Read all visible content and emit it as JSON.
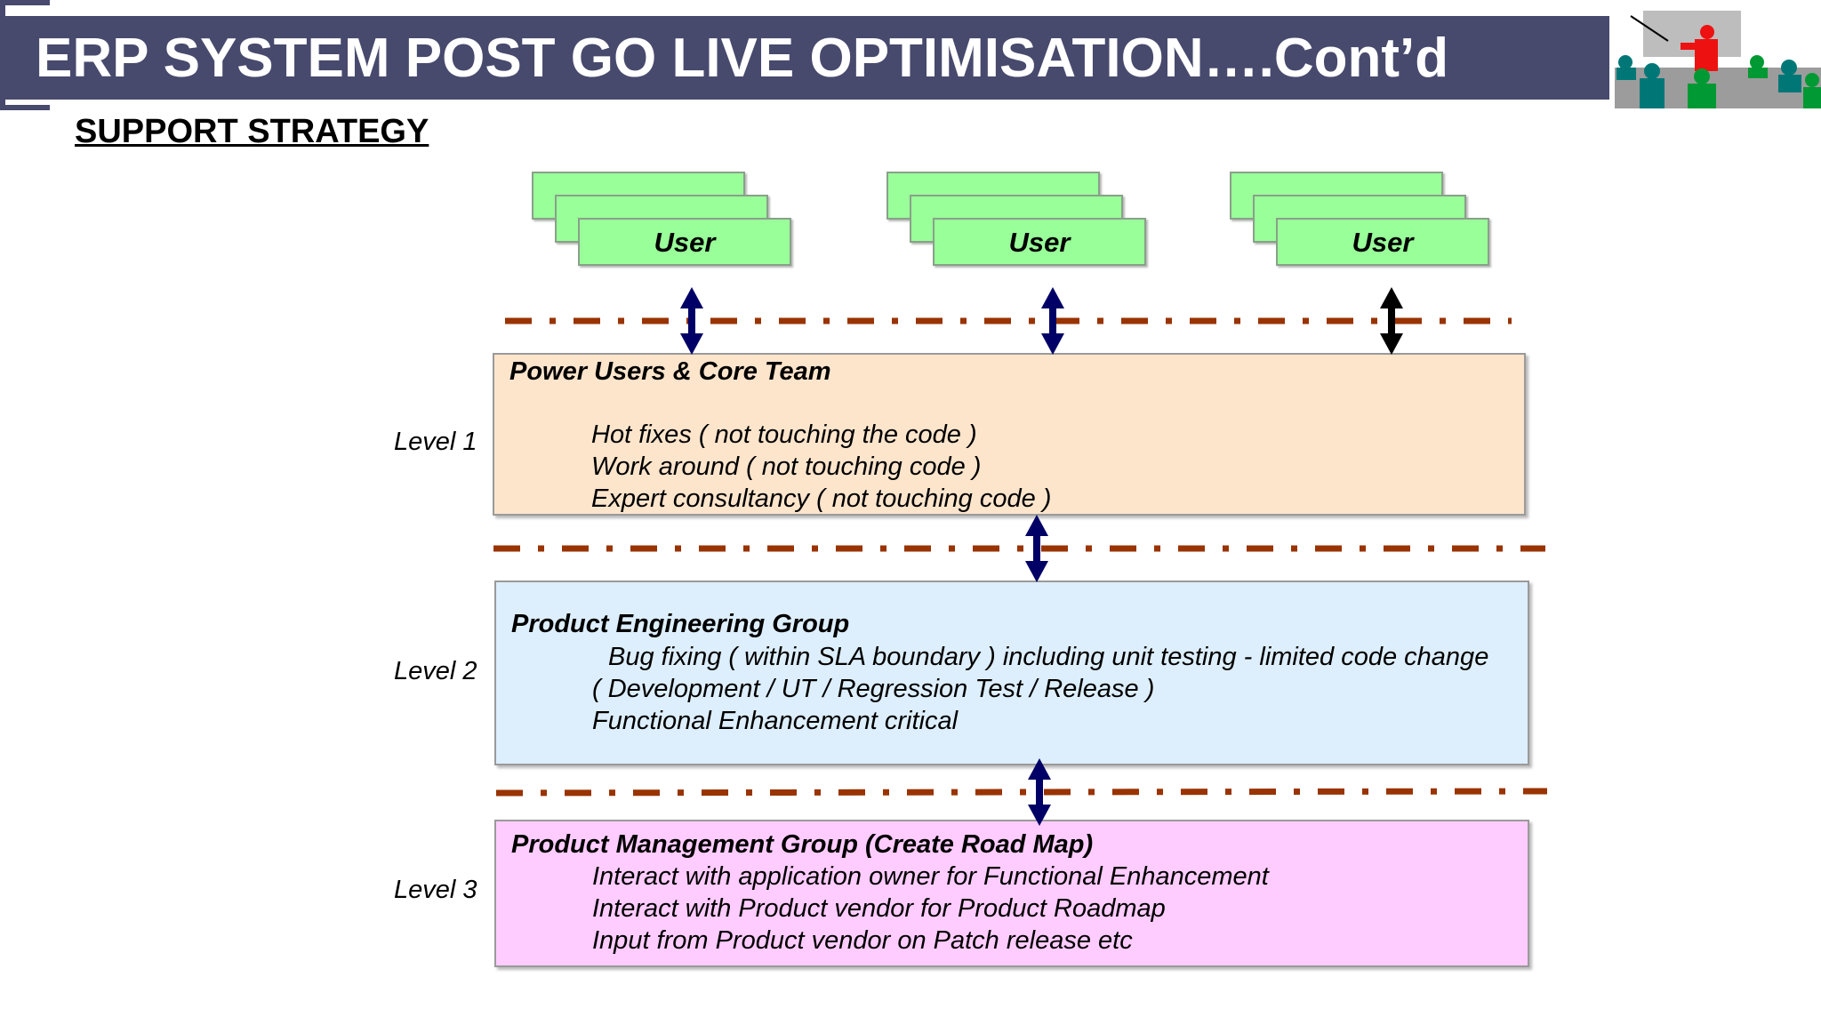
{
  "header": {
    "title": "ERP SYSTEM POST GO LIVE OPTIMISATION….Cont’d",
    "subtitle": "SUPPORT STRATEGY"
  },
  "users": [
    {
      "label": "User"
    },
    {
      "label": "User"
    },
    {
      "label": "User"
    }
  ],
  "levels": [
    {
      "label": "Level 1",
      "title": "Power Users & Core Team",
      "lines": [
        "Hot fixes ( not touching the code )",
        "Work around ( not touching code )",
        "Expert consultancy ( not touching code )"
      ],
      "color": "#fde5cc"
    },
    {
      "label": "Level 2",
      "title": "Product Engineering Group",
      "lines": [
        "Bug fixing ( within SLA boundary ) including unit testing  - limited code change",
        "( Development / UT / Regression Test / Release )",
        "Functional Enhancement critical"
      ],
      "color": "#ddeefc"
    },
    {
      "label": "Level 3",
      "title": "Product Management Group  (Create Road Map)",
      "lines": [
        "Interact with application owner for Functional Enhancement",
        "Interact with Product vendor for Product Roadmap",
        "Input from Product vendor on Patch release etc"
      ],
      "color": "#ffccff"
    }
  ],
  "colors": {
    "header_bg": "#474a6d",
    "user_card": "#99ff99",
    "dash_line": "#993300",
    "arrow_navy": "#000066",
    "arrow_black": "#000000"
  },
  "icons": {
    "logo": "presentation-meeting-icon"
  }
}
